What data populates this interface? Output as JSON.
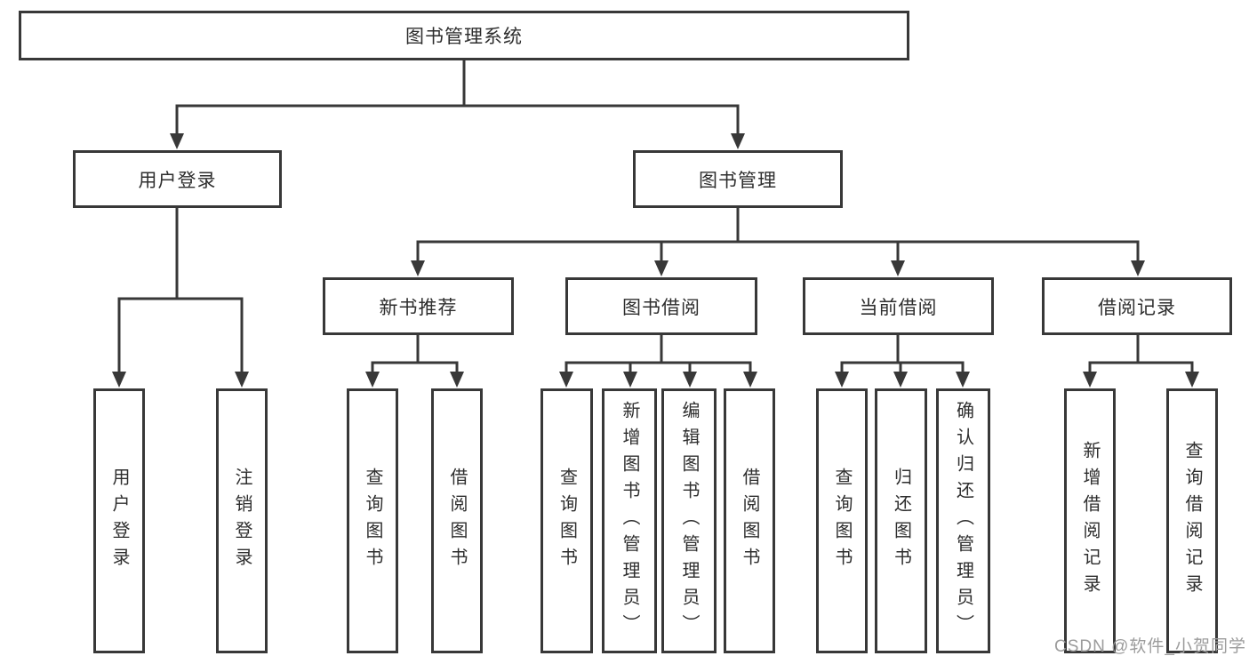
{
  "tree": {
    "root": "图书管理系统",
    "level2": [
      {
        "label": "用户登录",
        "children": [
          "用户登录",
          "注销登录"
        ]
      },
      {
        "label": "图书管理",
        "children": [
          {
            "label": "新书推荐",
            "children": [
              "查询图书",
              "借阅图书"
            ]
          },
          {
            "label": "图书借阅",
            "children": [
              "查询图书",
              "新增图书（管理员）",
              "编辑图书（管理员）",
              "借阅图书"
            ]
          },
          {
            "label": "当前借阅",
            "children": [
              "查询图书",
              "归还图书",
              "确认归还（管理员）"
            ]
          },
          {
            "label": "借阅记录",
            "children": [
              "新增借阅记录",
              "查询借阅记录"
            ]
          }
        ]
      }
    ]
  },
  "watermark": {
    "text": "CSDN @软件_小贺同学"
  },
  "colors": {
    "line": "#383838",
    "text": "#2e2e2e",
    "box_bg": "#ffffff",
    "page_bg": "#ffffff",
    "watermark": "#9c9c9c"
  }
}
